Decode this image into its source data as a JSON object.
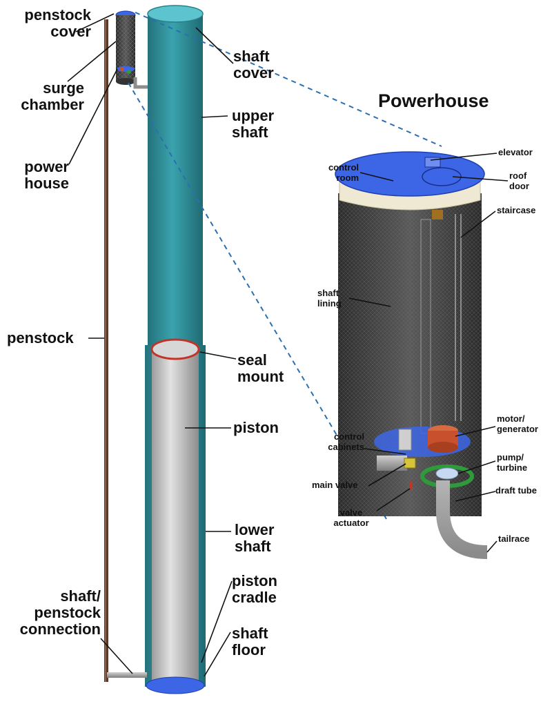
{
  "title": "Powerhouse",
  "left_labels": {
    "penstock_cover": [
      "penstock",
      "cover"
    ],
    "surge_chamber": [
      "surge",
      "chamber"
    ],
    "power_house": [
      "power",
      "house"
    ],
    "penstock": [
      "penstock"
    ],
    "shaft_penstock_connection": [
      "shaft/",
      "penstock",
      "connection"
    ]
  },
  "right_labels": {
    "shaft_cover": [
      "shaft",
      "cover"
    ],
    "upper_shaft": [
      "upper",
      "shaft"
    ],
    "seal_mount": [
      "seal",
      "mount"
    ],
    "piston": [
      "piston"
    ],
    "lower_shaft": [
      "lower",
      "shaft"
    ],
    "piston_cradle": [
      "piston",
      "cradle"
    ],
    "shaft_floor": [
      "shaft",
      "floor"
    ]
  },
  "powerhouse_labels": {
    "elevator": [
      "elevator"
    ],
    "control_room": [
      "control",
      "room"
    ],
    "roof_door": [
      "roof",
      "door"
    ],
    "staircase": [
      "staircase"
    ],
    "shaft_lining": [
      "shaft",
      "lining"
    ],
    "motor_generator": [
      "motor/",
      "generator"
    ],
    "control_cabinets": [
      "control",
      "cabinets"
    ],
    "pump_turbine": [
      "pump/",
      "turbine"
    ],
    "main_valve": [
      "main valve"
    ],
    "draft_tube": [
      "draft tube"
    ],
    "valve_actuator": [
      "valve",
      "actuator"
    ],
    "tailrace": [
      "tailrace"
    ]
  },
  "colors": {
    "shaft_teal": "#2f8f9a",
    "cover_blue": "#3d66e6",
    "piston_grey": "#c9c9c9",
    "seal_red": "#c0352a",
    "penstock_brown": "#5a3a2a",
    "motor_orange": "#c8502c",
    "ring_green": "#2e9a3a",
    "guide_dash": "#2a6fb0"
  }
}
